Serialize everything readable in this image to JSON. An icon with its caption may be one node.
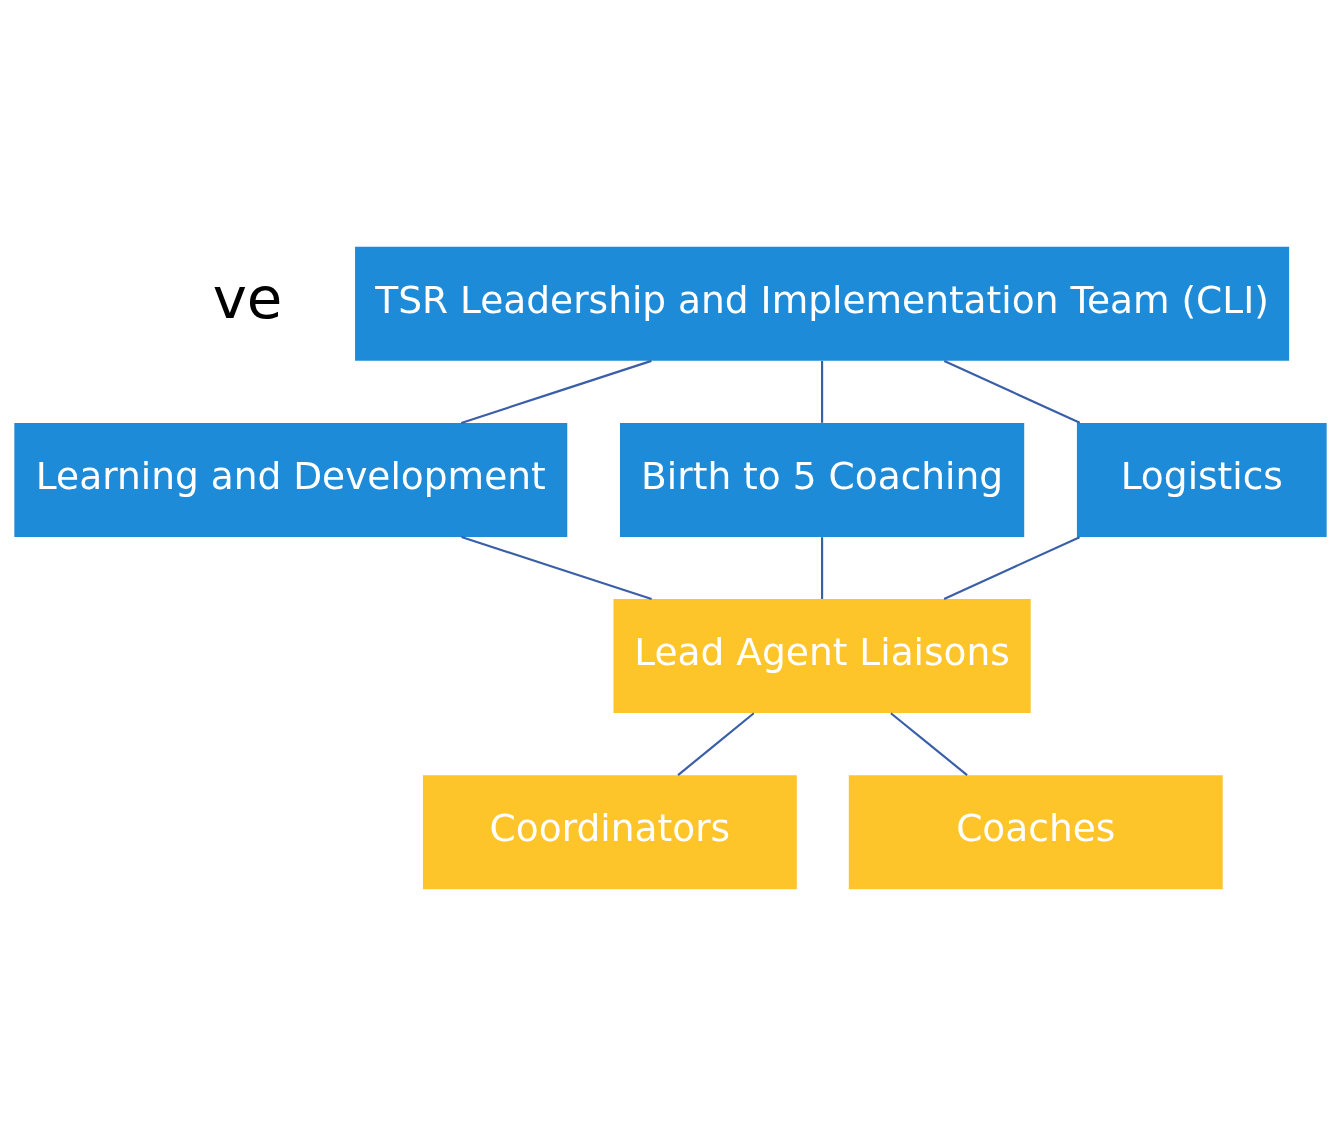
{
  "diagram": {
    "nodes": [
      {
        "text": [
          "TSR Leadership and Implementation Team (CLI)"
        ]
      },
      {
        "text": [
          "Learning and Development"
        ]
      },
      {
        "text": [
          "Birth to 5 Coaching"
        ]
      },
      {
        "text": [
          "Logistics"
        ]
      },
      {
        "text": [
          "Lead Agent Liaisons"
        ]
      },
      {
        "text": [
          "Coordinators"
        ]
      },
      {
        "text": [
          "Coaches"
        ]
      }
    ],
    "edges": [
      {
        "from": 0,
        "to": 1,
        "arrow": "none"
      },
      {
        "from": 0,
        "to": 2,
        "arrow": "none"
      },
      {
        "from": 0,
        "to": 3,
        "arrow": "none"
      },
      {
        "from": 1,
        "to": 4,
        "arrow": "none"
      },
      {
        "from": 2,
        "to": 4,
        "arrow": "none"
      },
      {
        "from": 3,
        "to": 4,
        "arrow": "none"
      },
      {
        "from": 4,
        "to": 5,
        "arrow": "none"
      },
      {
        "from": 4,
        "to": 6,
        "arrow": "none"
      }
    ],
    "labels": [
      "ve"
    ]
  }
}
